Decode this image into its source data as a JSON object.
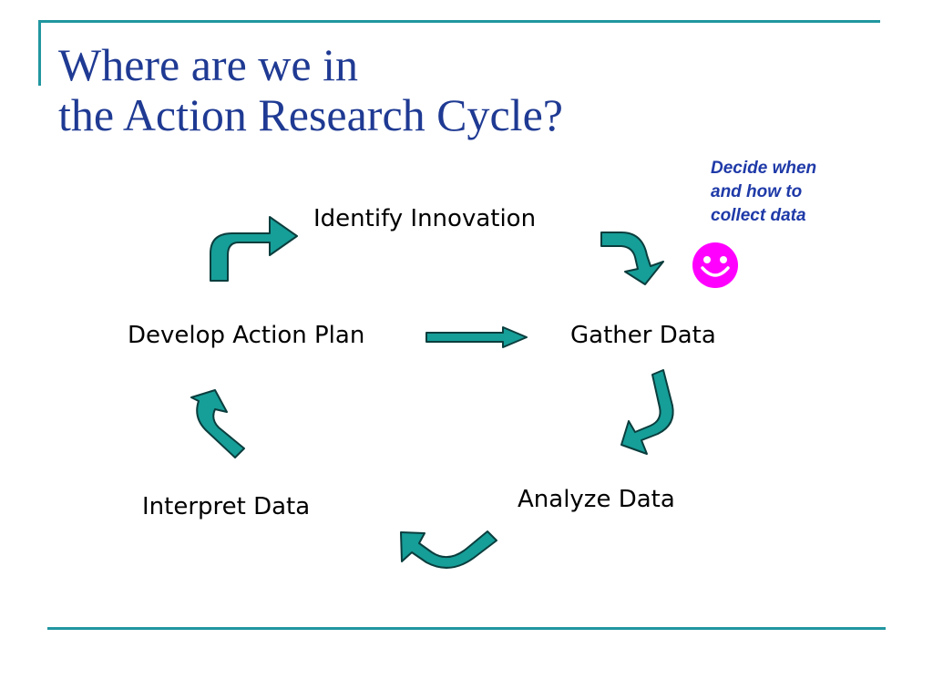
{
  "slide": {
    "title_line1": "Where are we in",
    "title_line2": "the Action Research Cycle?"
  },
  "cycle": {
    "nodes": [
      {
        "id": "identify-innovation",
        "label": "Identify Innovation"
      },
      {
        "id": "gather-data",
        "label": "Gather Data"
      },
      {
        "id": "analyze-data",
        "label": "Analyze Data"
      },
      {
        "id": "interpret-data",
        "label": "Interpret Data"
      },
      {
        "id": "develop-action-plan",
        "label": "Develop Action Plan"
      }
    ]
  },
  "note": {
    "line1": "Decide when",
    "line2": "and how to",
    "line3": "collect data",
    "color": "#1f3aa8"
  },
  "smiley": {
    "icon": "smiley-face-icon",
    "color": "#ff00ff"
  },
  "colors": {
    "accent_rule": "#2196a0",
    "arrow_fill": "#169e98",
    "arrow_stroke": "#0b3d3d",
    "title": "#1f3a93"
  }
}
